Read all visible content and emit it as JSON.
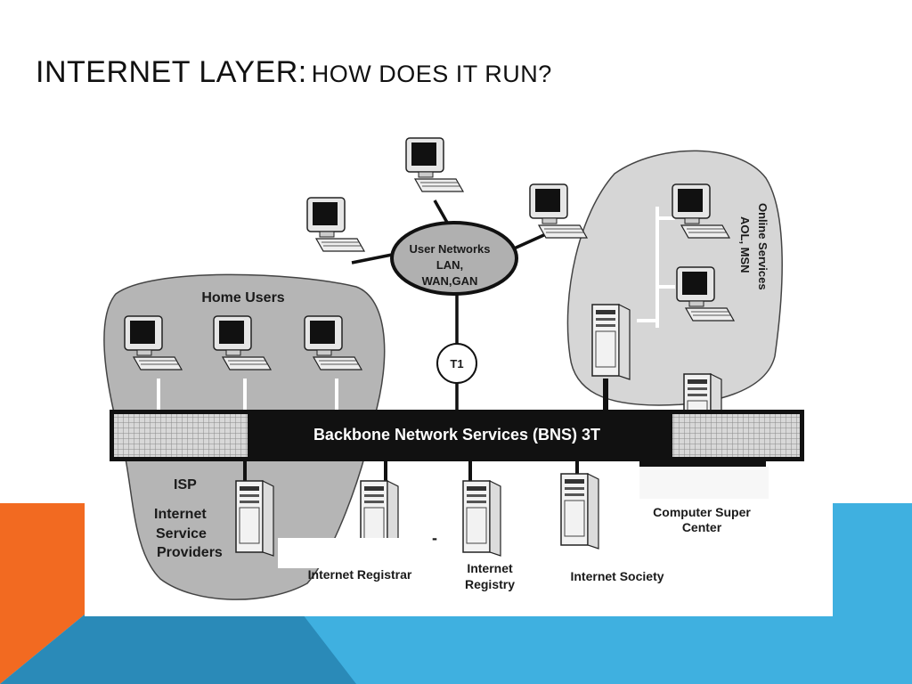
{
  "slide": {
    "title_main": "INTERNET LAYER:",
    "title_sub": "HOW DOES IT RUN?"
  },
  "colors": {
    "accent_orange": "#f26a21",
    "accent_blue": "#3fb0e0",
    "accent_dark_blue": "#2a8ab8",
    "cloud_gray": "#b5b5b5",
    "cloud_light": "#d6d6d6",
    "backbone": "#111111"
  },
  "diagram": {
    "user_networks": [
      "User Networks",
      "LAN,",
      "WAN,GAN"
    ],
    "t1_label": "T1",
    "home_users_label": "Home Users",
    "online_services": [
      "Online Services",
      "AOL, MSN"
    ],
    "backbone_label": "Backbone Network Services (BNS) 3T",
    "isp_label": "ISP",
    "isp_full": [
      "Internet",
      "Service",
      "Providers"
    ],
    "internet_registrar": "Internet Registrar",
    "dash": "-",
    "internet_registry": [
      "Internet",
      "Registry"
    ],
    "internet_society": "Internet Society",
    "computer_super_center": [
      "Computer Super",
      "Center"
    ]
  }
}
